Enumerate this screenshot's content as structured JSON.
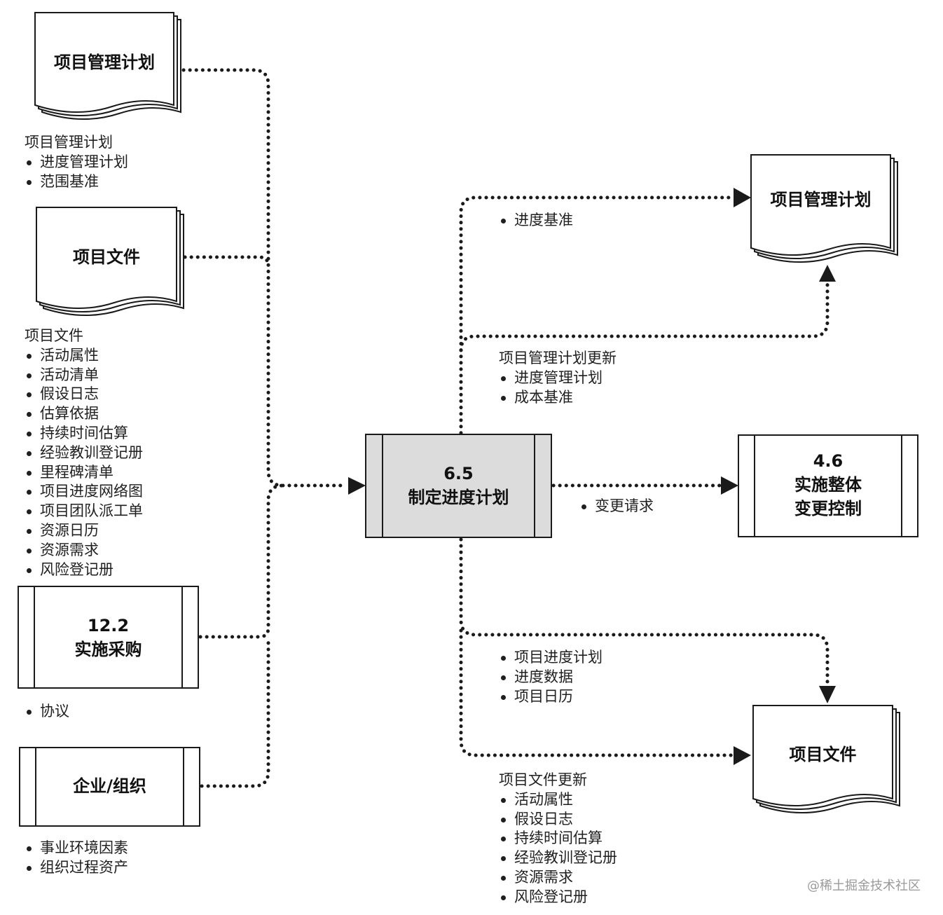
{
  "inputs": {
    "pm_plan": {
      "box_title": "项目管理计划",
      "heading": "项目管理计划",
      "items": [
        "进度管理计划",
        "范围基准"
      ]
    },
    "project_docs": {
      "box_title": "项目文件",
      "heading": "项目文件",
      "items": [
        "活动属性",
        "活动清单",
        "假设日志",
        "估算依据",
        "持续时间估算",
        "经验教训登记册",
        "里程碑清单",
        "项目进度网络图",
        "项目团队派工单",
        "资源日历",
        "资源需求",
        "风险登记册"
      ]
    },
    "procurement": {
      "number": "12.2",
      "title": "实施采购",
      "items": [
        "协议"
      ]
    },
    "enterprise": {
      "title": "企业/组织",
      "items": [
        "事业环境因素",
        "组织过程资产"
      ]
    }
  },
  "process": {
    "number": "6.5",
    "title": "制定进度计划"
  },
  "outputs": {
    "pm_plan": {
      "box_title": "项目管理计划",
      "baseline_items": [
        "进度基准"
      ],
      "update_heading": "项目管理计划更新",
      "update_items": [
        "进度管理计划",
        "成本基准"
      ]
    },
    "integrated_change": {
      "number": "4.6",
      "title_line1": "实施整体",
      "title_line2": "变更控制",
      "items": [
        "变更请求"
      ]
    },
    "project_docs": {
      "box_title": "项目文件",
      "direct_items": [
        "项目进度计划",
        "进度数据",
        "项目日历"
      ],
      "update_heading": "项目文件更新",
      "update_items": [
        "活动属性",
        "假设日志",
        "持续时间估算",
        "经验教训登记册",
        "资源需求",
        "风险登记册"
      ]
    }
  },
  "watermark": "@稀土掘金技术社区",
  "colors": {
    "line": "#1a1a1a",
    "process_fill": "#dcdcdc",
    "paper_fill": "#ffffff"
  }
}
